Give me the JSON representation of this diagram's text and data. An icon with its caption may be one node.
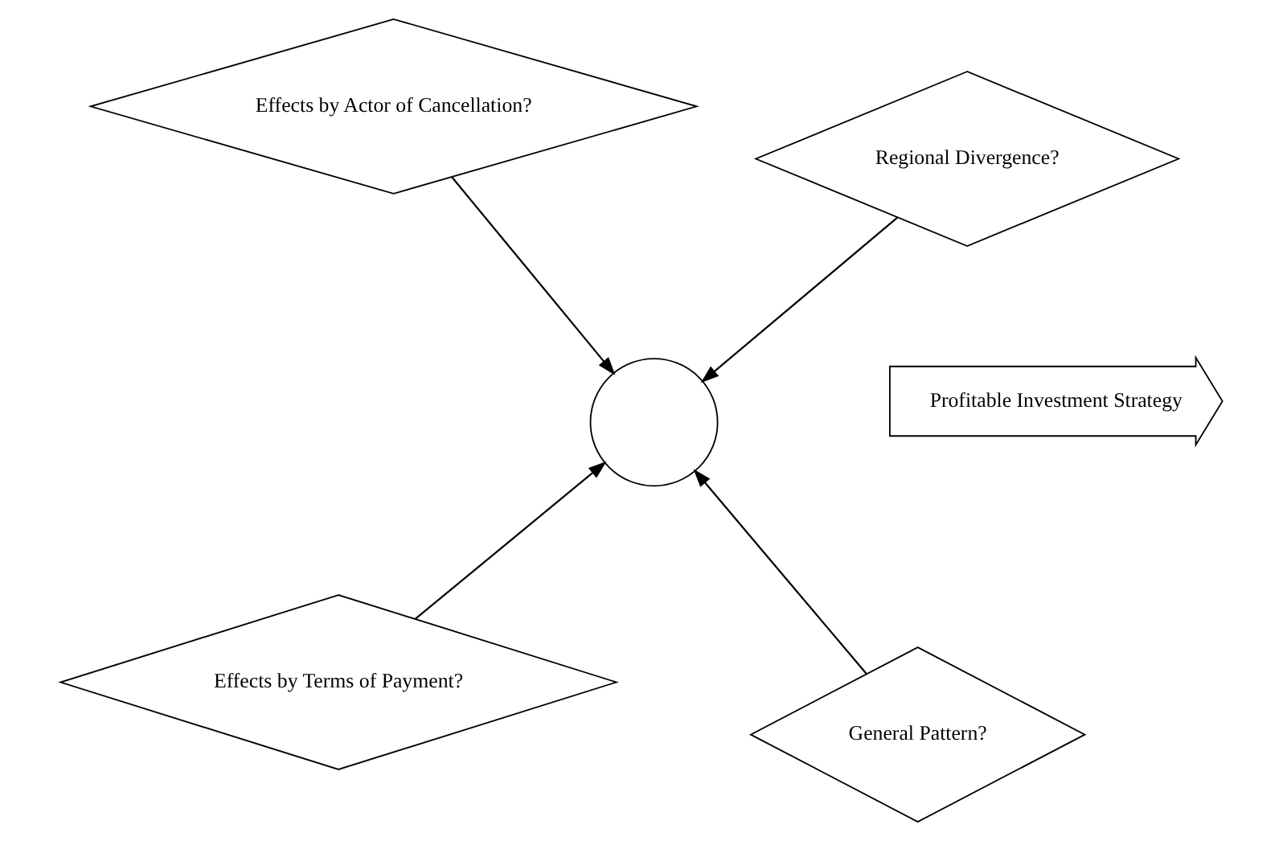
{
  "diagram": {
    "nodes": [
      {
        "text": [
          "Effects by Terms of Payment?"
        ]
      },
      {
        "text": [
          "General Pattern?"
        ]
      },
      {
        "text": [],
        "shape": "circle"
      },
      {
        "text": [
          "Profitable Investment Strategy"
        ]
      },
      {
        "text": [
          "Effects by Actor of Cancellation?"
        ]
      },
      {
        "text": [
          "Regional Divergence?"
        ]
      }
    ],
    "edges": [
      {
        "from": 0,
        "to": 2,
        "arrow": "to"
      },
      {
        "from": 1,
        "to": 2,
        "arrow": "to"
      },
      {
        "from": 4,
        "to": 2,
        "arrow": "to"
      },
      {
        "from": 5,
        "to": 2,
        "arrow": "to"
      }
    ]
  }
}
